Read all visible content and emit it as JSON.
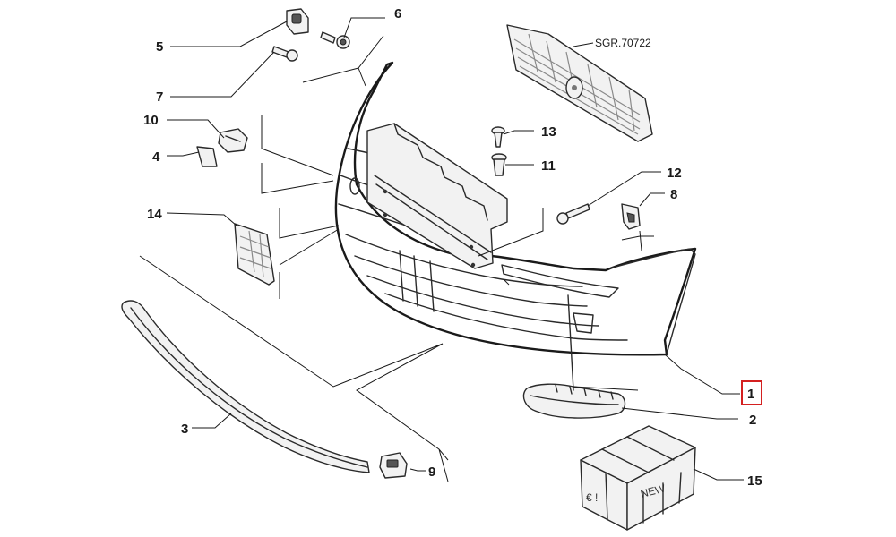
{
  "callouts": {
    "c1": "1",
    "c2": "2",
    "c3": "3",
    "c4": "4",
    "c5": "5",
    "c6": "6",
    "c7": "7",
    "c8": "8",
    "c9": "9",
    "c10": "10",
    "c11": "11",
    "c12": "12",
    "c13": "13",
    "c14": "14",
    "c15": "15"
  },
  "grille_reference": "SGR.70722",
  "crate": {
    "currency_mark": "€ !",
    "new_label": "NEW"
  },
  "highlighted_callout": "1",
  "colors": {
    "highlight": "#d42020",
    "lines": "#1a1a1a",
    "background": "#ffffff"
  }
}
